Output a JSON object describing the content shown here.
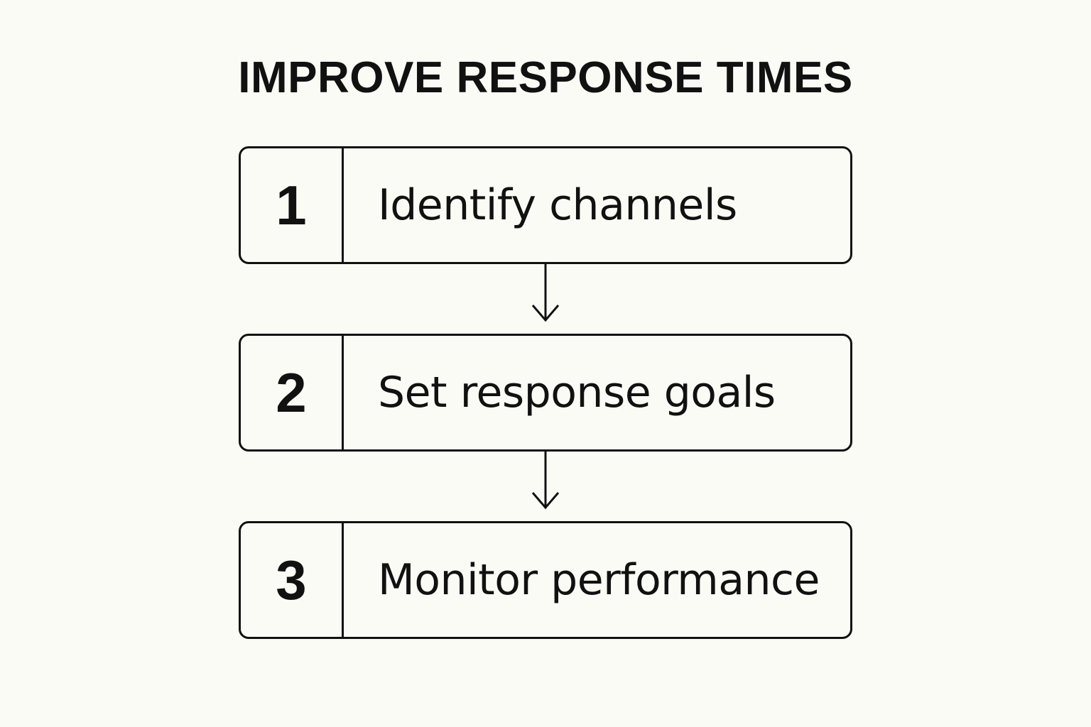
{
  "title": "IMPROVE RESPONSE TIMES",
  "steps": [
    {
      "number": "1",
      "label": "Identify channels"
    },
    {
      "number": "2",
      "label": "Set response goals"
    },
    {
      "number": "3",
      "label": "Monitor performance"
    }
  ],
  "colors": {
    "background": "#fbfbf6",
    "stroke": "#111111",
    "text": "#111111"
  }
}
